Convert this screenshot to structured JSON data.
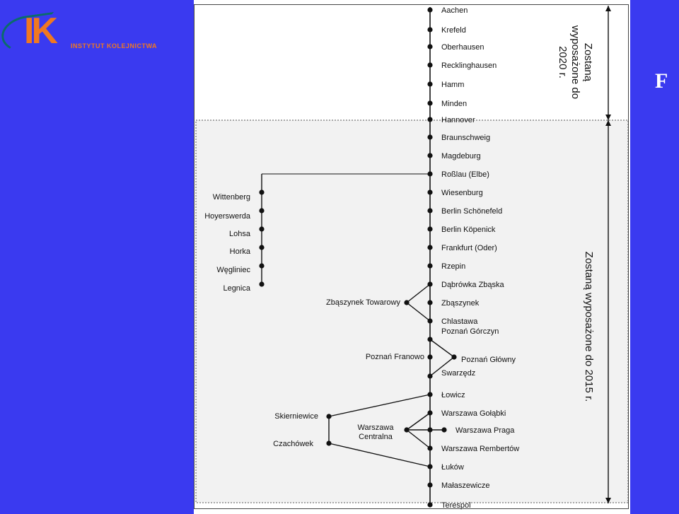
{
  "colors": {
    "side_blue": "#3a3af0",
    "logo_orange": "#f07820",
    "logo_teal": "#0b6b6b",
    "zone_fill": "#f2f2f2"
  },
  "logo": {
    "letters": "IK",
    "subtitle": "INSTYTUT KOLEJNICTWA"
  },
  "right_panel": {
    "letter": "F"
  },
  "zones": {
    "upper_note": [
      "Zostaną",
      "wyposażone do",
      "2020 r."
    ],
    "lower_note": "Zostaną wyposażone do 2015 r."
  },
  "main_line": [
    "Aachen",
    "Krefeld",
    "Oberhausen",
    "Recklinghausen",
    "Hamm",
    "Minden",
    "Hannover",
    "Braunschweig",
    "Magdeburg",
    "Roßlau (Elbe)",
    "Wiesenburg",
    "Berlin Schönefeld",
    "Berlin Köpenick",
    "Frankfurt (Oder)",
    "Rzepin",
    "Dąbrówka Zbąska",
    "Zbąszynek",
    "Chlastawa",
    "Poznań Górczyn",
    "Swarzędz",
    "Łowicz",
    "Warszawa Gołąbki",
    "Warszawa Rembertów",
    "Łuków",
    "Małaszewicze",
    "Terespol"
  ],
  "branch_left": [
    "Wittenberg",
    "Hoyerswerda",
    "Lohsa",
    "Horka",
    "Węgliniec",
    "Legnica"
  ],
  "side_stations": {
    "zbaszynek_towarowy": "Zbąszynek Towarowy",
    "poznan_franowo": "Poznań Franowo",
    "poznan_glowny": "Poznań Główny",
    "skierniewice": "Skierniewice",
    "czachowek": "Czachówek",
    "warszawa_centralna": [
      "Warszawa",
      "Centralna"
    ],
    "warszawa_praga": "Warszawa Praga"
  }
}
